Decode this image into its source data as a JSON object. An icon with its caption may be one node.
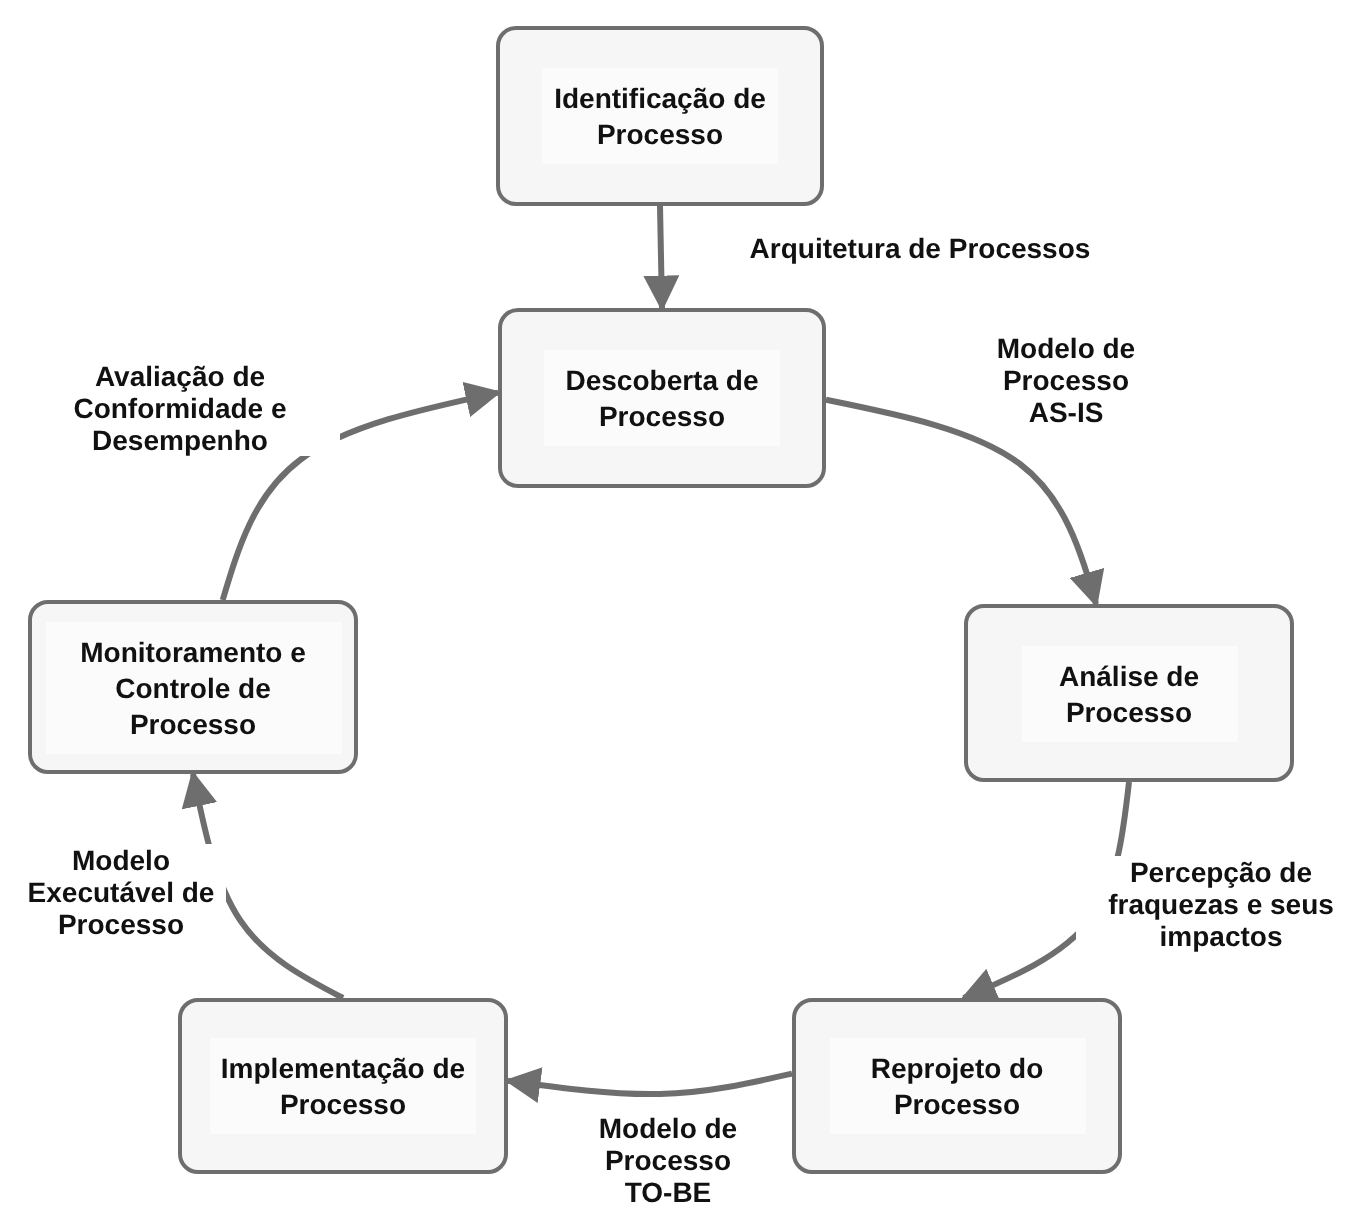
{
  "diagram": {
    "nodes": [
      {
        "text": [
          "Identificação de Processo"
        ]
      },
      {
        "text": [
          "Descoberta de Processo"
        ]
      },
      {
        "text": [
          "Análise de Processo"
        ]
      },
      {
        "text": [
          "Reprojeto do Processo"
        ]
      },
      {
        "text": [
          "Implementação de Processo"
        ]
      },
      {
        "text": [
          "Monitoramento e Controle de Processo"
        ]
      }
    ],
    "edges": [
      {
        "from": 0,
        "to": 1,
        "arrow": "to",
        "label": "Arquitetura de Processos"
      },
      {
        "from": 1,
        "to": 2,
        "arrow": "to",
        "label": "Modelo de Processo AS-IS"
      },
      {
        "from": 2,
        "to": 3,
        "arrow": "to",
        "label": "Percepção de fraquezas e seus impactos"
      },
      {
        "from": 3,
        "to": 4,
        "arrow": "to",
        "label": "Modelo de Processo TO-BE"
      },
      {
        "from": 4,
        "to": 5,
        "arrow": "to",
        "label": "Modelo Executável de Processo"
      },
      {
        "from": 5,
        "to": 1,
        "arrow": "to",
        "label": "Avaliação de Conformidade e Desempenho"
      }
    ]
  }
}
